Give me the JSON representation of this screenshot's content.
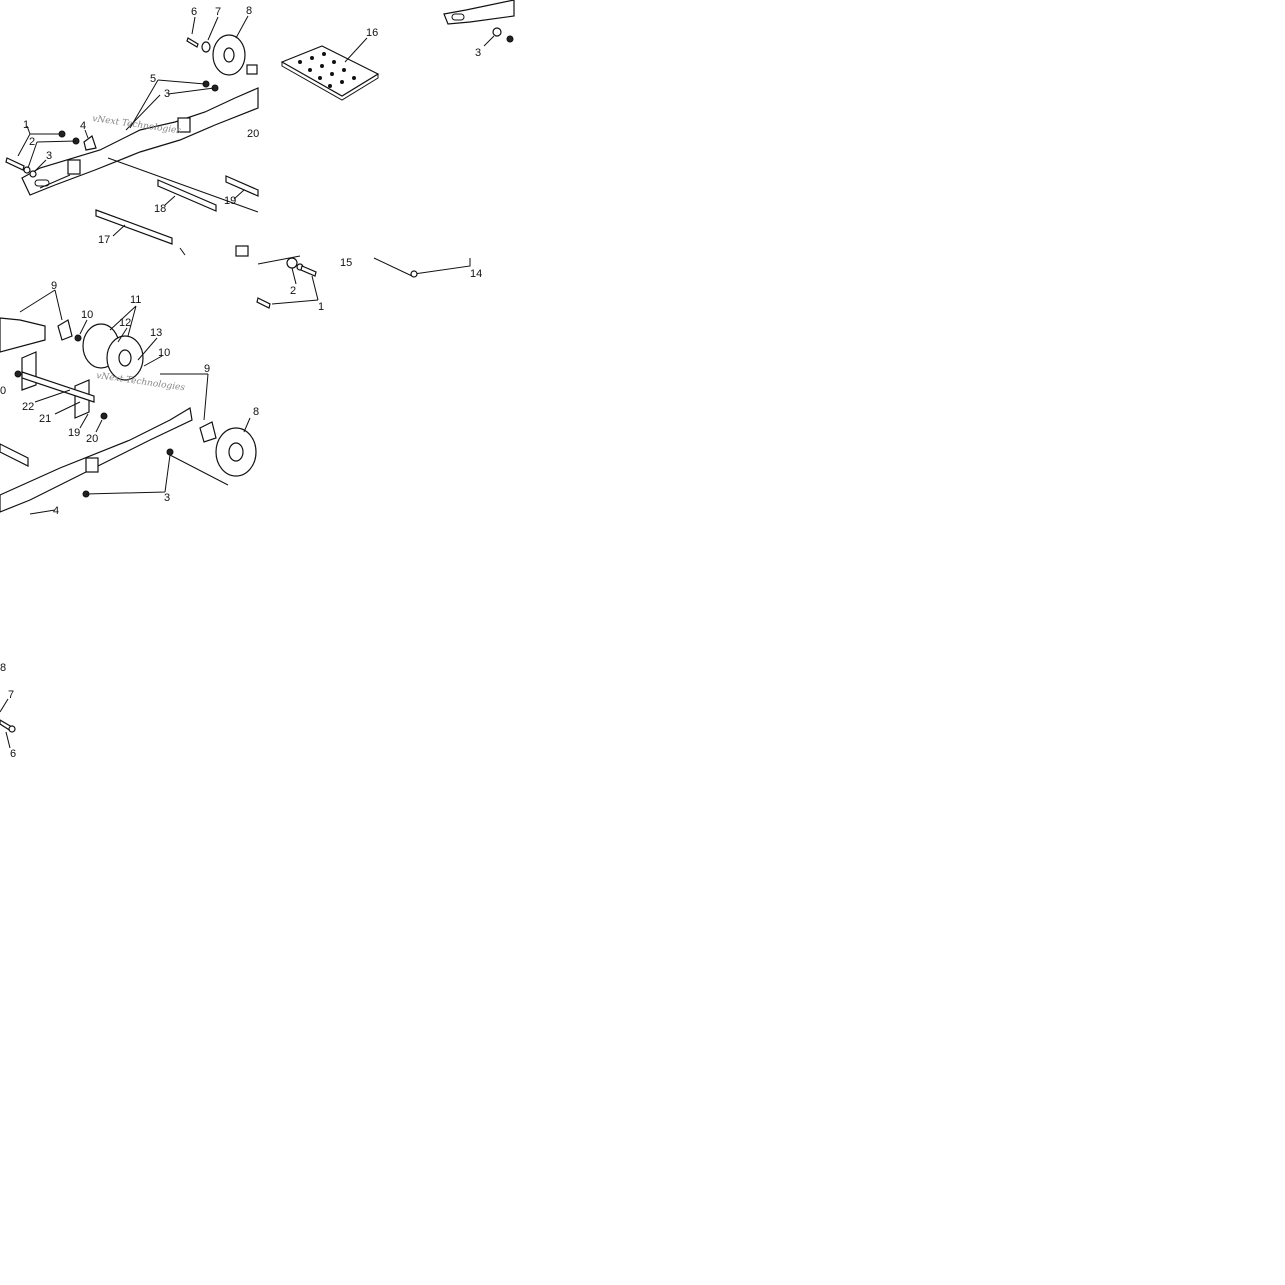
{
  "diagram": {
    "watermark": "vNext Technologies",
    "panels": [
      {
        "id": "tile-1",
        "callouts": [
          "1",
          "2",
          "3",
          "4",
          "5",
          "3",
          "6",
          "7",
          "8",
          "20",
          "17",
          "18",
          "19"
        ]
      },
      {
        "id": "tile-2",
        "callouts": [
          "16"
        ]
      },
      {
        "id": "tile-3",
        "callouts": [
          "3"
        ]
      },
      {
        "id": "tile-4",
        "callouts": [
          "9",
          "10",
          "11",
          "12",
          "13",
          "10",
          "9",
          "0",
          "22",
          "21",
          "19",
          "20",
          "8",
          "3",
          "4"
        ]
      },
      {
        "id": "tile-5",
        "callouts": [
          "15",
          "14",
          "2",
          "1"
        ]
      },
      {
        "id": "tile-6",
        "callouts": [
          "8",
          "7",
          "6"
        ]
      }
    ]
  }
}
